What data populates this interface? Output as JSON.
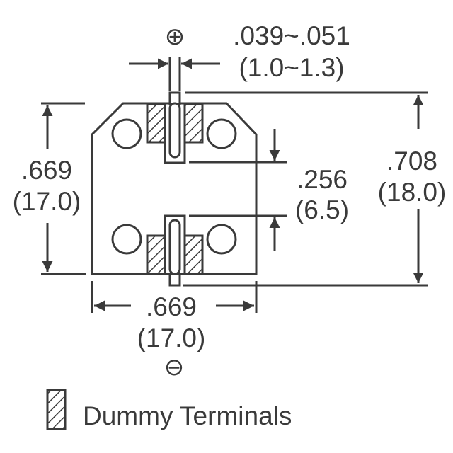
{
  "diagram": {
    "polarity": {
      "positive": "⊕",
      "negative": "⊖"
    },
    "dimensions": {
      "pin_width": {
        "inch": ".039~.051",
        "mm": "(1.0~1.3)"
      },
      "body_height": {
        "inch": ".669",
        "mm": "(17.0)"
      },
      "pin_spacing": {
        "inch": ".256",
        "mm": "(6.5)"
      },
      "overall_height": {
        "inch": ".708",
        "mm": "(18.0)"
      },
      "body_width": {
        "inch": ".669",
        "mm": "(17.0)"
      }
    },
    "legend": {
      "label": "Dummy Terminals"
    },
    "colors": {
      "stroke": "#3a3a3a",
      "background": "#ffffff"
    }
  }
}
